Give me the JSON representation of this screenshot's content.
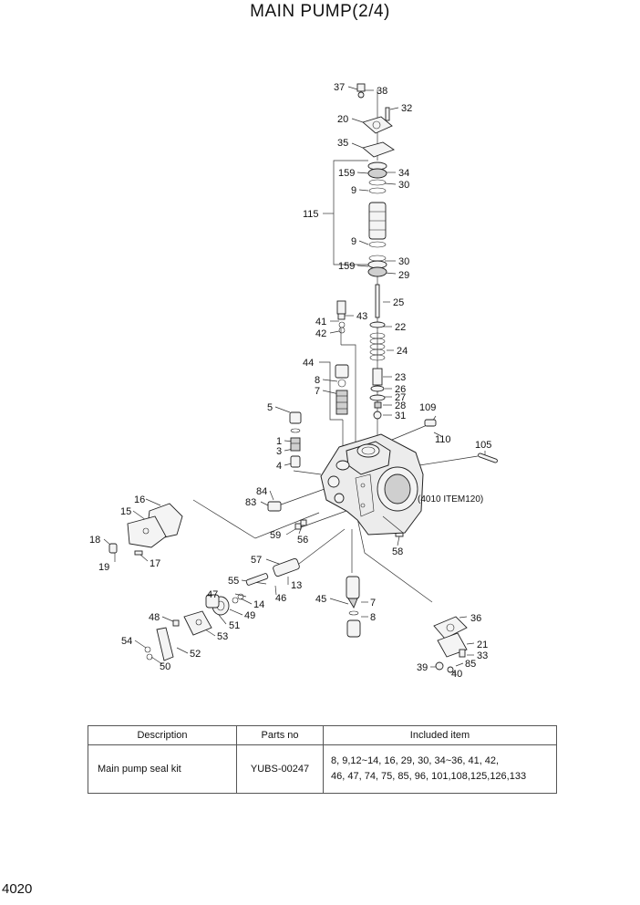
{
  "page": {
    "title": "MAIN PUMP(2/4)",
    "page_number": "4020"
  },
  "diagram": {
    "note": "(4010 ITEM120)",
    "callouts": [
      "37",
      "38",
      "32",
      "20",
      "35",
      "159",
      "34",
      "30",
      "9",
      "115",
      "9",
      "30",
      "159",
      "29",
      "25",
      "41",
      "43",
      "42",
      "22",
      "24",
      "44",
      "8",
      "23",
      "7",
      "26",
      "27",
      "28",
      "31",
      "5",
      "109",
      "1",
      "110",
      "3",
      "105",
      "4",
      "84",
      "83",
      "16",
      "15",
      "59",
      "56",
      "58",
      "18",
      "19",
      "17",
      "57",
      "13",
      "55",
      "46",
      "47",
      "14",
      "49",
      "51",
      "45",
      "7",
      "8",
      "48",
      "36",
      "53",
      "54",
      "52",
      "21",
      "33",
      "50",
      "39",
      "85",
      "40"
    ]
  },
  "kit_table": {
    "headers": [
      "Description",
      "Parts no",
      "Included item"
    ],
    "rows": [
      {
        "description": "Main pump seal kit",
        "parts_no": "YUBS-00247",
        "included_line1": "8, 9,12~14, 16, 29, 30, 34~36, 41, 42,",
        "included_line2": "46, 47, 74, 75, 85, 96, 101,108,125,126,133"
      }
    ]
  }
}
